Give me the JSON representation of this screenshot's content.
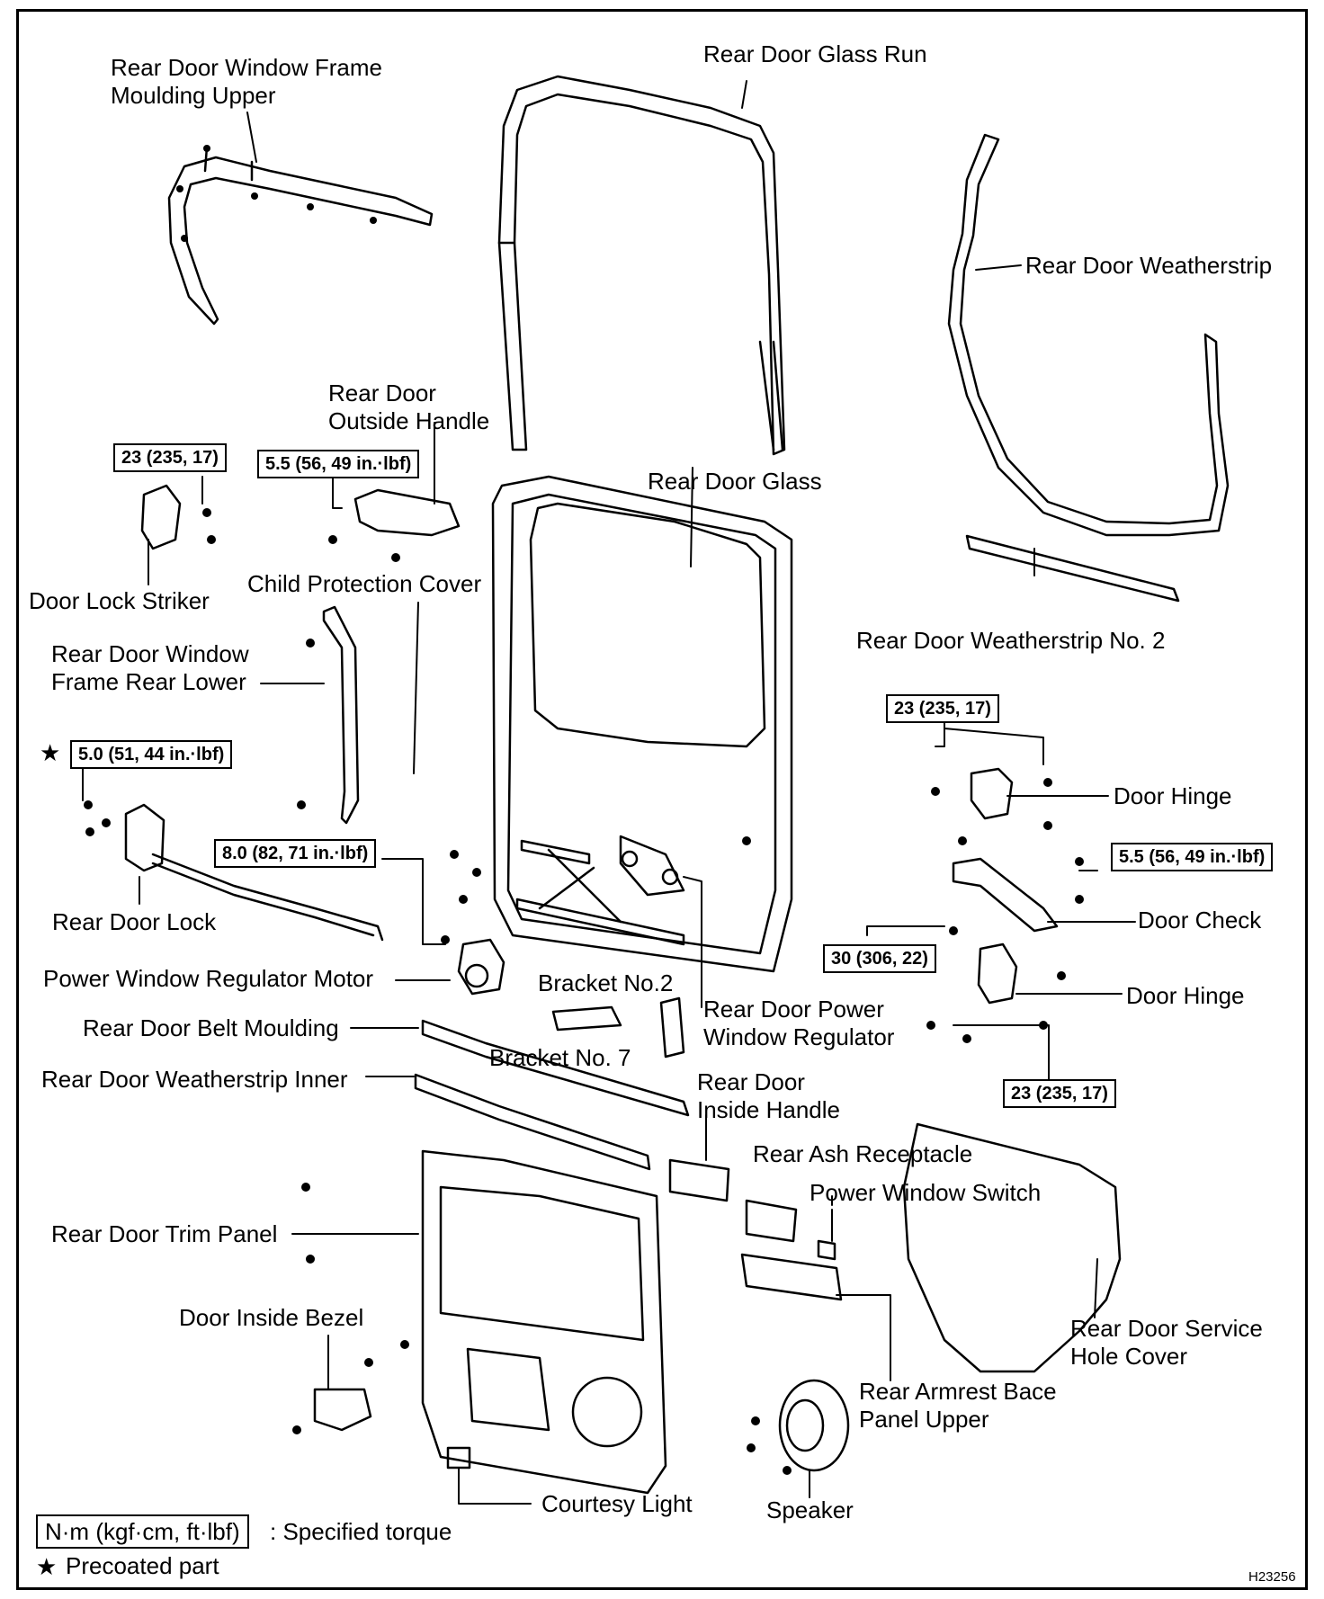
{
  "labels": {
    "frame_moulding_upper": "Rear Door Window Frame\nMoulding Upper",
    "glass_run": "Rear Door Glass Run",
    "weatherstrip": "Rear Door Weatherstrip",
    "outside_handle": "Rear Door\nOutside Handle",
    "rear_door_glass": "Rear Door Glass",
    "door_lock_striker": "Door Lock Striker",
    "child_protection_cover": "Child Protection Cover",
    "weatherstrip_no2": "Rear Door Weatherstrip No. 2",
    "frame_rear_lower": "Rear Door Window\nFrame Rear Lower",
    "door_hinge_upper": "Door Hinge",
    "rear_door_lock": "Rear Door Lock",
    "door_check": "Door Check",
    "power_window_motor": "Power Window Regulator Motor",
    "bracket_no2": "Bracket No.2",
    "power_window_regulator": "Rear Door Power\nWindow Regulator",
    "door_hinge_lower": "Door Hinge",
    "belt_moulding": "Rear Door Belt Moulding",
    "bracket_no7": "Bracket No. 7",
    "weatherstrip_inner": "Rear Door Weatherstrip Inner",
    "inside_handle": "Rear Door\nInside Handle",
    "ash_receptacle": "Rear Ash Receptacle",
    "power_window_switch": "Power Window Switch",
    "trim_panel": "Rear Door Trim Panel",
    "door_inside_bezel": "Door Inside Bezel",
    "service_hole_cover": "Rear Door Service\nHole Cover",
    "armrest_base_panel": "Rear Armrest Bace\nPanel Upper",
    "courtesy_light": "Courtesy Light",
    "speaker": "Speaker"
  },
  "torques": {
    "striker": "23 (235, 17)",
    "outside_handle": "5.5 (56, 49 in.·lbf)",
    "lock": "5.0 (51, 44 in.·lbf)",
    "regulator": "8.0 (82, 71 in.·lbf)",
    "hinge_upper": "23 (235, 17)",
    "check": "5.5 (56, 49 in.·lbf)",
    "check_body": "30 (306, 22)",
    "hinge_lower": "23 (235, 17)"
  },
  "legend": {
    "unit_box": "N·m (kgf·cm, ft·lbf)",
    "unit_desc": ": Specified torque",
    "star_symbol": "★",
    "precoated": "Precoated part"
  },
  "figure_code": "H23256"
}
